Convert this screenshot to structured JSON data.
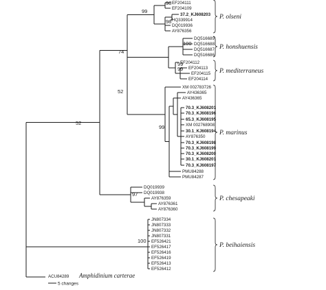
{
  "tree": {
    "leaves": [
      {
        "label": "EF204111",
        "bold": false
      },
      {
        "label": "EF204109",
        "bold": false
      },
      {
        "label": "37.2_KJ608203",
        "bold": true
      },
      {
        "label": "HQ339914",
        "bold": false
      },
      {
        "label": "DQ019936",
        "bold": false
      },
      {
        "label": "AY876356",
        "bold": false
      },
      {
        "label": "DQ516689",
        "bold": false
      },
      {
        "label": "DQ516688",
        "bold": false
      },
      {
        "label": "DQ516687",
        "bold": false
      },
      {
        "label": "DQ516686",
        "bold": false
      },
      {
        "label": "EF204112",
        "bold": false
      },
      {
        "label": "EF204113",
        "bold": false
      },
      {
        "label": "EF204115",
        "bold": false
      },
      {
        "label": "EF204114",
        "bold": false
      },
      {
        "label": "XM 002783726",
        "bold": false
      },
      {
        "label": "AY436365",
        "bold": false
      },
      {
        "label": "AY436365",
        "bold": false
      },
      {
        "label": "70.3_KJ608201",
        "bold": true
      },
      {
        "label": "70.3_KJ608196",
        "bold": true
      },
      {
        "label": "65.3_KJ608195",
        "bold": true
      },
      {
        "label": "XM 002768908",
        "bold": false
      },
      {
        "label": "30.1_KJ608194",
        "bold": true
      },
      {
        "label": "AY876350",
        "bold": false
      },
      {
        "label": "70.3_KJ608198",
        "bold": true
      },
      {
        "label": "70.3_KJ608199",
        "bold": true
      },
      {
        "label": "70.3_KJ608200",
        "bold": true
      },
      {
        "label": "30.1_KJ608201",
        "bold": true
      },
      {
        "label": "70.3_KJ608197",
        "bold": true
      },
      {
        "label": "PMU84288",
        "bold": false
      },
      {
        "label": "PMU84287",
        "bold": false
      },
      {
        "label": "DQ019939",
        "bold": false
      },
      {
        "label": "DQ019938",
        "bold": false
      },
      {
        "label": "AY876359",
        "bold": false
      },
      {
        "label": "AY876361",
        "bold": false
      },
      {
        "label": "AY876360",
        "bold": false
      },
      {
        "label": "JN807334",
        "bold": false
      },
      {
        "label": "JN807333",
        "bold": false
      },
      {
        "label": "JN807332",
        "bold": false
      },
      {
        "label": "JN807331",
        "bold": false
      },
      {
        "label": "EF526421",
        "bold": false
      },
      {
        "label": "EF526417",
        "bold": false
      },
      {
        "label": "EF526416",
        "bold": false
      },
      {
        "label": "EF526419",
        "bold": false
      },
      {
        "label": "EF526413",
        "bold": false
      },
      {
        "label": "EF526412",
        "bold": false
      }
    ],
    "outgroup_id": "ACU84289",
    "outgroup_name": "Amphidinium carterae",
    "bootstrap": [
      {
        "value": "98"
      },
      {
        "value": "98"
      },
      {
        "value": "99"
      },
      {
        "value": "100"
      },
      {
        "value": "99"
      },
      {
        "value": "99"
      },
      {
        "value": "74"
      },
      {
        "value": "52"
      },
      {
        "value": "99"
      },
      {
        "value": "97"
      },
      {
        "value": "52"
      },
      {
        "value": "100"
      }
    ],
    "clades": [
      {
        "name": "P. olseni"
      },
      {
        "name": "P. honshuensis"
      },
      {
        "name": "P. mediterraneus"
      },
      {
        "name": "P. marinus"
      },
      {
        "name": "P. chesapeaki"
      },
      {
        "name": "P. beihaiensis"
      }
    ],
    "scale_label": "5 changes"
  }
}
